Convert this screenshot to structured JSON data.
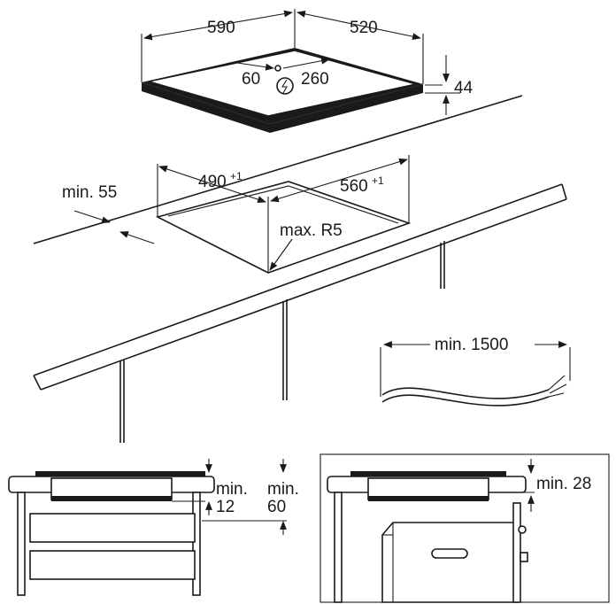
{
  "hob": {
    "width": "590",
    "depth": "520",
    "height": "44",
    "cable_left": "60",
    "cable_right": "260"
  },
  "cutout": {
    "width": "490",
    "width_tol": "+1",
    "depth": "560",
    "depth_tol": "+1",
    "radius": "max. R5",
    "edge_min": "min. 55"
  },
  "cable": {
    "length": "min. 1500"
  },
  "section_left": {
    "min_label_a": "min.",
    "gap_a": "12",
    "min_label_b": "min.",
    "gap_b": "60"
  },
  "section_right": {
    "gap": "min. 28"
  }
}
